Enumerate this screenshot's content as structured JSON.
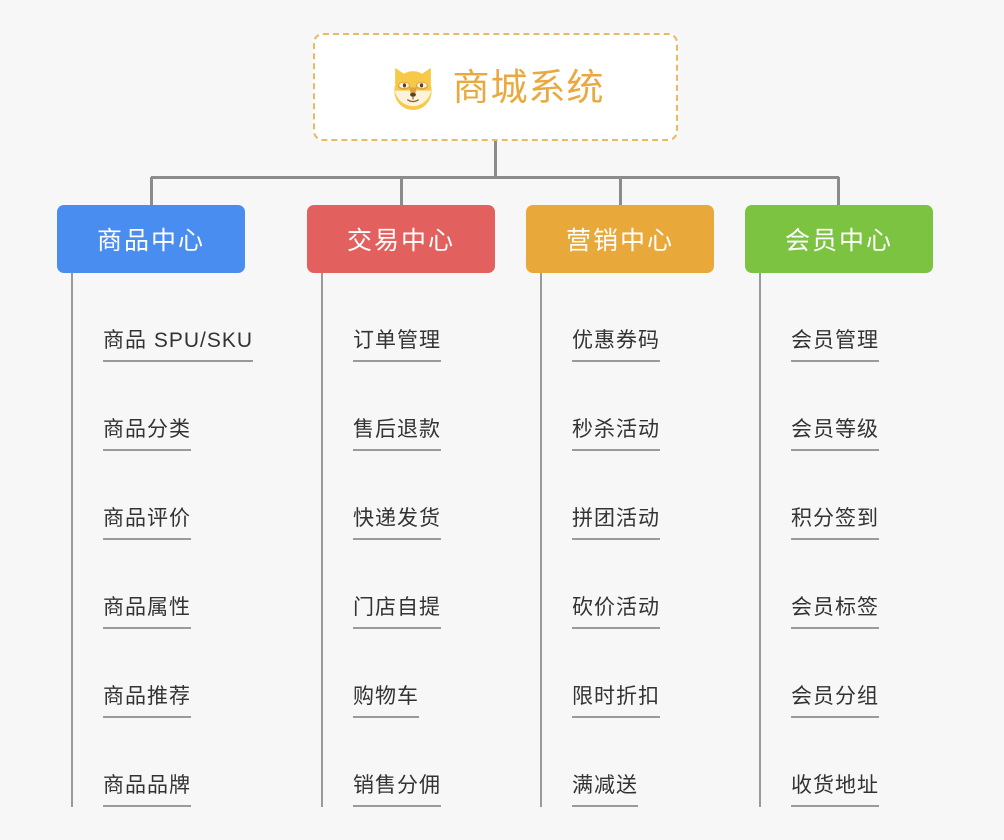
{
  "page": {
    "background_color": "#f7f7f7",
    "diagram_type": "org-chart"
  },
  "root": {
    "title": "商城系统",
    "icon": "shiba-dog-face-icon",
    "text_color": "#eaa93f",
    "border_color": "#eab963",
    "background_color": "#ffffff"
  },
  "connector": {
    "color": "#8c8c8c"
  },
  "columns": [
    {
      "title": "商品中心",
      "color": "#4a8df0",
      "leaves": [
        {
          "label": "商品 SPU/SKU"
        },
        {
          "label": "商品分类"
        },
        {
          "label": "商品评价"
        },
        {
          "label": "商品属性"
        },
        {
          "label": "商品推荐"
        },
        {
          "label": "商品品牌"
        }
      ]
    },
    {
      "title": "交易中心",
      "color": "#e2615e",
      "leaves": [
        {
          "label": "订单管理"
        },
        {
          "label": "售后退款"
        },
        {
          "label": "快递发货"
        },
        {
          "label": "门店自提"
        },
        {
          "label": "购物车"
        },
        {
          "label": "销售分佣"
        }
      ]
    },
    {
      "title": "营销中心",
      "color": "#e8a93a",
      "leaves": [
        {
          "label": "优惠券码"
        },
        {
          "label": "秒杀活动"
        },
        {
          "label": "拼团活动"
        },
        {
          "label": "砍价活动"
        },
        {
          "label": "限时折扣"
        },
        {
          "label": "满减送"
        }
      ]
    },
    {
      "title": "会员中心",
      "color": "#7cc342",
      "leaves": [
        {
          "label": "会员管理"
        },
        {
          "label": "会员等级"
        },
        {
          "label": "积分签到"
        },
        {
          "label": "会员标签"
        },
        {
          "label": "会员分组"
        },
        {
          "label": "收货地址"
        }
      ]
    }
  ]
}
